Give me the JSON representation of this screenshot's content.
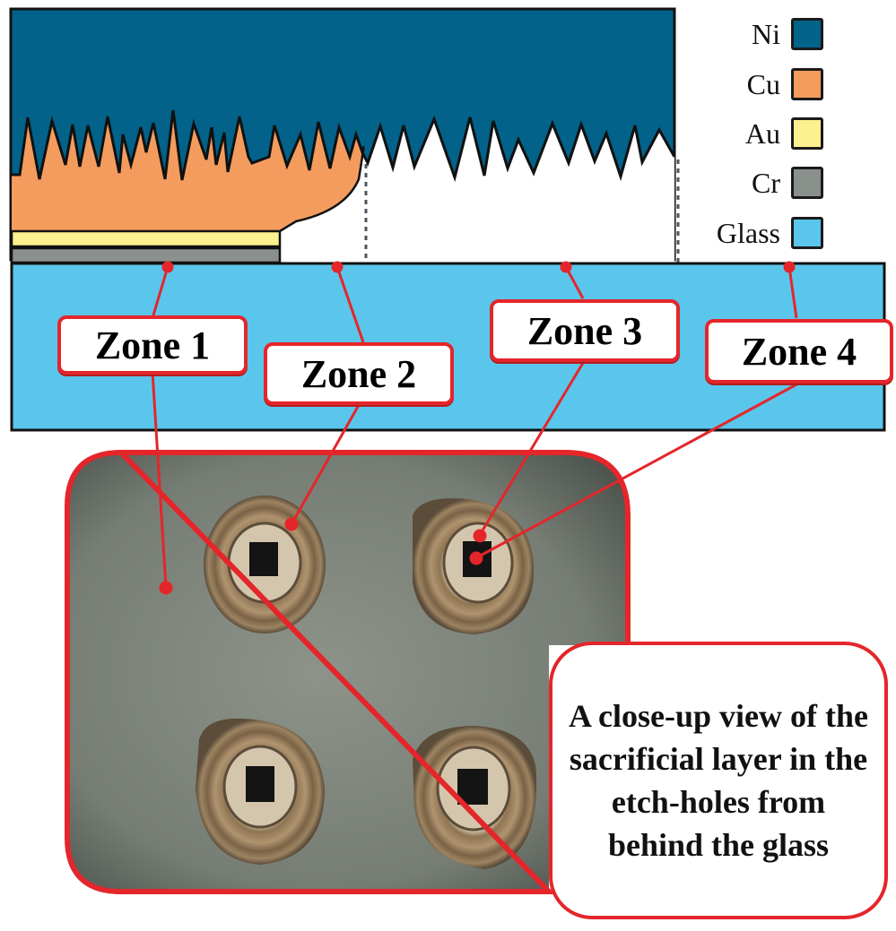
{
  "legend": {
    "items": [
      {
        "label": "Ni",
        "color": "#02628a"
      },
      {
        "label": "Cu",
        "color": "#f49c5e"
      },
      {
        "label": "Au",
        "color": "#fdf08e"
      },
      {
        "label": "Cr",
        "color": "#8a918c"
      },
      {
        "label": "Glass",
        "color": "#5bc6ec"
      }
    ]
  },
  "zones": [
    {
      "label": "Zone 1"
    },
    {
      "label": "Zone 2"
    },
    {
      "label": "Zone 3"
    },
    {
      "label": "Zone 4"
    }
  ],
  "callout": {
    "text": "A close-up view of the sacrificial layer in the etch-holes from behind the glass"
  },
  "colors": {
    "accent_red": "#e4262b",
    "ni": "#02628a",
    "cu": "#f49c5e",
    "au": "#fdf08e",
    "cr": "#8a918c",
    "glass": "#5bc6ec",
    "micrograph_bg": "#7b8279"
  }
}
